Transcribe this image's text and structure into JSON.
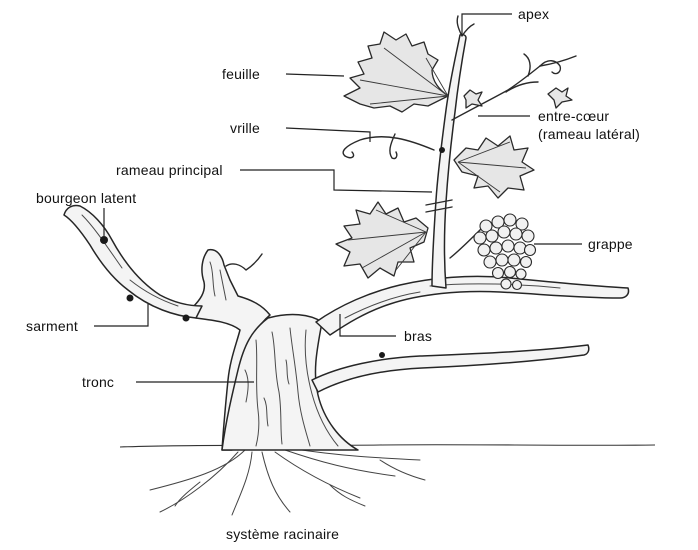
{
  "labels": {
    "apex": "apex",
    "feuille": "feuille",
    "entre_coeur_line1": "entre-cœur",
    "entre_coeur_line2": "(rameau latéral)",
    "vrille": "vrille",
    "rameau_principal": "rameau principal",
    "bourgeon_latent": "bourgeon latent",
    "grappe": "grappe",
    "sarment": "sarment",
    "bras": "bras",
    "tronc": "tronc",
    "systeme_racinaire": "système racinaire"
  }
}
